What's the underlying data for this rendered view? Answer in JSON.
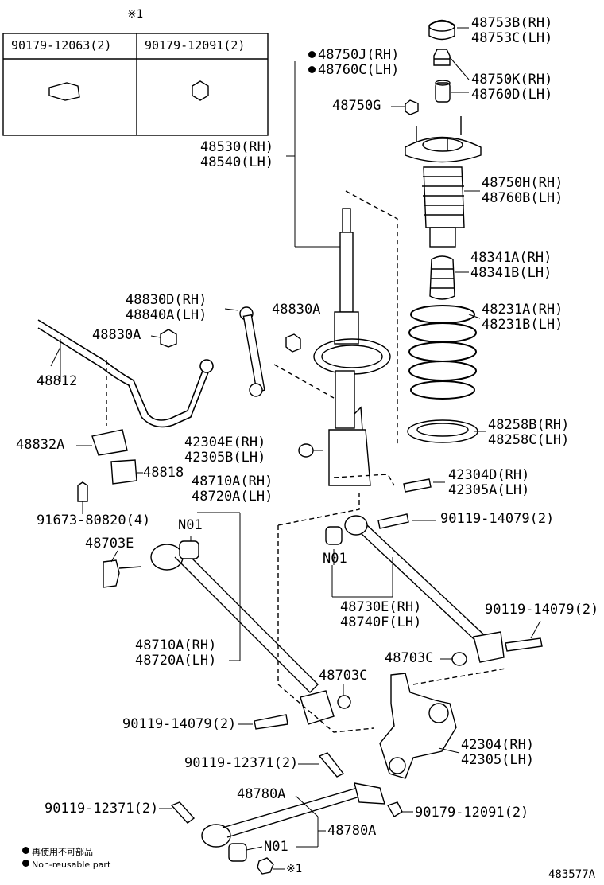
{
  "table": {
    "ref_mark": "※1",
    "col1_part": "90179-12063(2)",
    "col2_part": "90179-12091(2)"
  },
  "labels": {
    "p48753b": "48753B(RH)",
    "p48753c": "48753C(LH)",
    "p48750j": "48750J(RH)",
    "p48760c": "48760C(LH)",
    "p48750k": "48750K(RH)",
    "p48760d": "48760D(LH)",
    "p48750g": "48750G",
    "p48530": "48530(RH)",
    "p48540": "48540(LH)",
    "p48750h": "48750H(RH)",
    "p48760b": "48760B(LH)",
    "p48341a": "48341A(RH)",
    "p48341b": "48341B(LH)",
    "p48231a": "48231A(RH)",
    "p48231b": "48231B(LH)",
    "p48830d": "48830D(RH)",
    "p48840a": "48840A(LH)",
    "p48830a_right": "48830A",
    "p48830a_left": "48830A",
    "p48812": "48812",
    "p48258b": "48258B(RH)",
    "p48258c": "48258C(LH)",
    "p42304e": "42304E(RH)",
    "p42305b": "42305B(LH)",
    "p48832a": "48832A",
    "p48818": "48818",
    "p42304d": "42304D(RH)",
    "p42305a": "42305A(LH)",
    "p48710a_top": "48710A(RH)",
    "p48720a_top": "48720A(LH)",
    "p91673": "91673-80820(4)",
    "p90119_14079_a": "90119-14079(2)",
    "n01_a": "N01",
    "p48703e": "48703E",
    "n01_b": "N01",
    "p48730e": "48730E(RH)",
    "p48740f": "48740F(LH)",
    "p90119_14079_b": "90119-14079(2)",
    "p48710a_mid": "48710A(RH)",
    "p48720a_mid": "48720A(LH)",
    "p48703c_right": "48703C",
    "p48703c_mid": "48703C",
    "p90119_14079_c": "90119-14079(2)",
    "p42304": "42304(RH)",
    "p42305": "42305(LH)",
    "p90119_12371_a": "90119-12371(2)",
    "p48780a_top": "48780A",
    "p90119_12371_b": "90119-12371(2)",
    "p90179_12091": "90179-12091(2)",
    "n01_c": "N01",
    "p48780a_bottom": "48780A",
    "ref_bottom": "※1",
    "figure_id": "483577A"
  },
  "legend": {
    "jp": "再使用不可部品",
    "en": "Non-reusable part"
  }
}
